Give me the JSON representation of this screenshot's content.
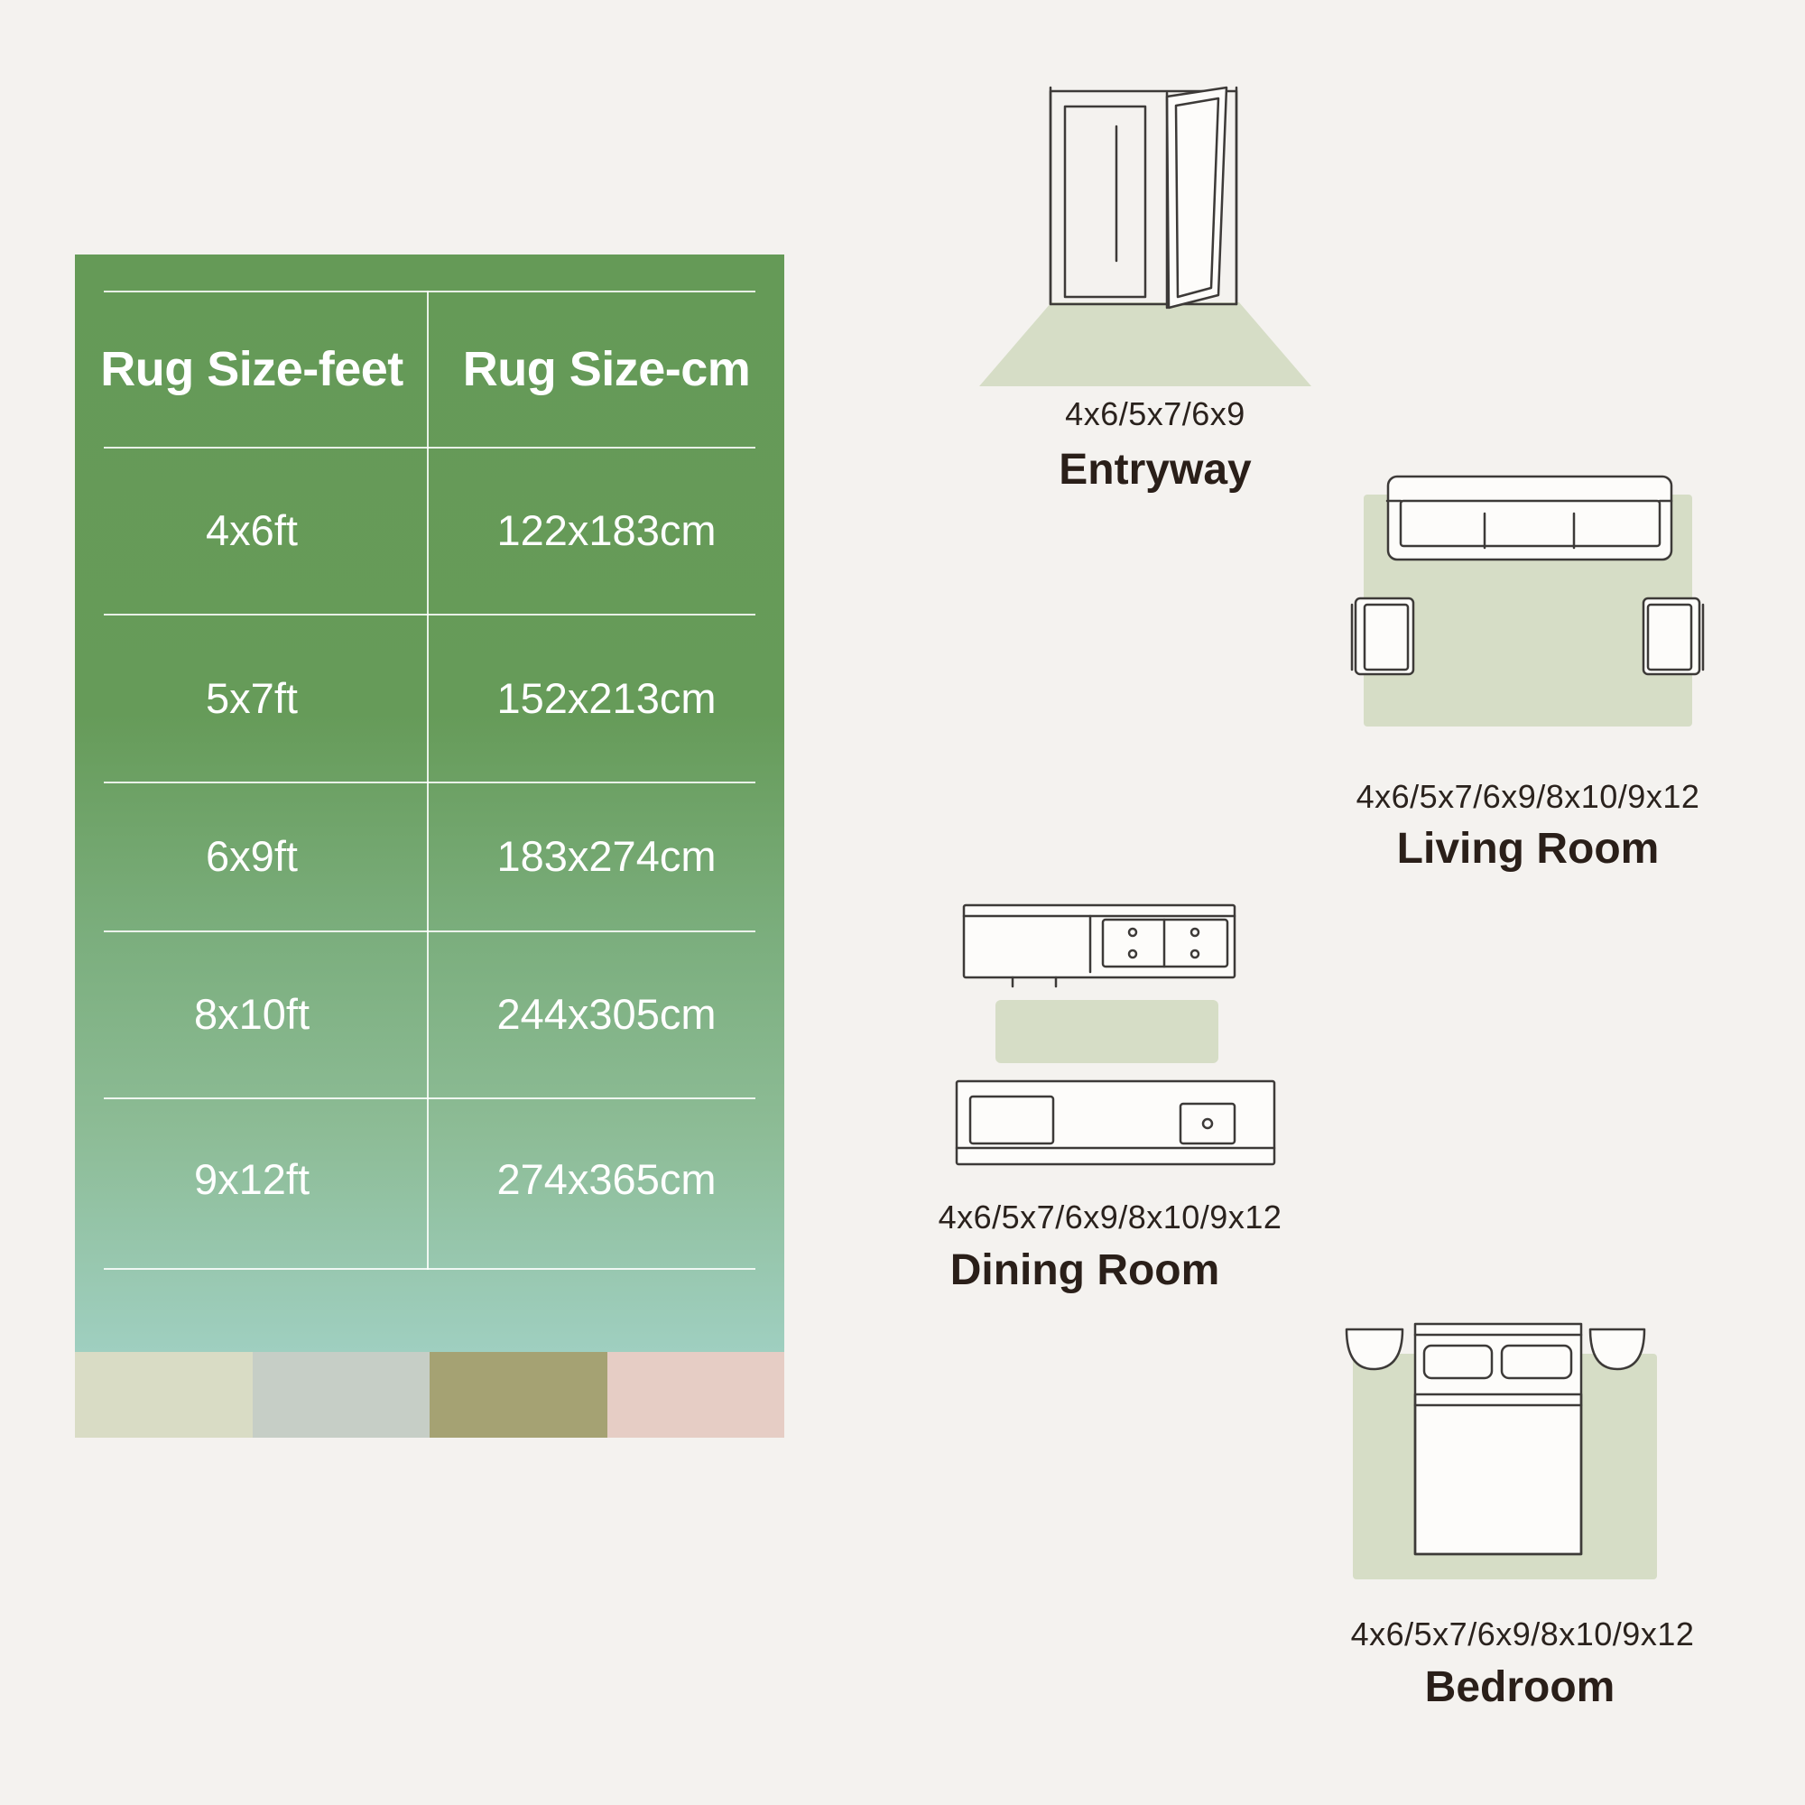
{
  "table": {
    "header_feet": "Rug Size-feet",
    "header_cm": "Rug Size-cm",
    "rows": [
      {
        "feet": "4x6ft",
        "cm": "122x183cm"
      },
      {
        "feet": "5x7ft",
        "cm": "152x213cm"
      },
      {
        "feet": "6x9ft",
        "cm": "183x274cm"
      },
      {
        "feet": "8x10ft",
        "cm": "244x305cm"
      },
      {
        "feet": "9x12ft",
        "cm": "274x365cm"
      }
    ]
  },
  "swatch_colors": [
    "#d9dcc5",
    "#c6cec6",
    "#a5a273",
    "#e6cdc5"
  ],
  "colors": {
    "table_green_top": "#659a57",
    "table_mint_bottom": "#9fcfc0",
    "rug_green": "#d6ddc6",
    "background": "#f4f2ef"
  },
  "rooms": {
    "entryway": {
      "sizes": "4x6/5x7/6x9",
      "name": "Entryway"
    },
    "living_room": {
      "sizes": "4x6/5x7/6x9/8x10/9x12",
      "name": "Living Room"
    },
    "dining_room": {
      "sizes": "4x6/5x7/6x9/8x10/9x12",
      "name": "Dining Room"
    },
    "bedroom": {
      "sizes": "4x6/5x7/6x9/8x10/9x12",
      "name": "Bedroom"
    }
  }
}
